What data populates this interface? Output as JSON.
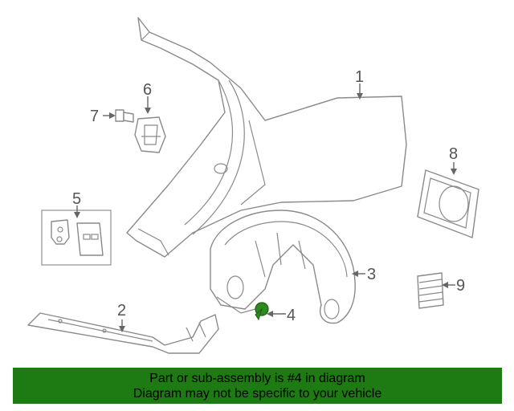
{
  "callouts": {
    "c1": "1",
    "c2": "2",
    "c3": "3",
    "c4": "4",
    "c5": "5",
    "c6": "6",
    "c7": "7",
    "c8": "8",
    "c9": "9"
  },
  "banner": {
    "line1": "Part or sub-assembly is #4 in diagram",
    "line2": "Diagram may not be specific to your vehicle"
  },
  "colors": {
    "highlight_part": "#2e8b1e",
    "banner_bg": "#1e7a12"
  }
}
